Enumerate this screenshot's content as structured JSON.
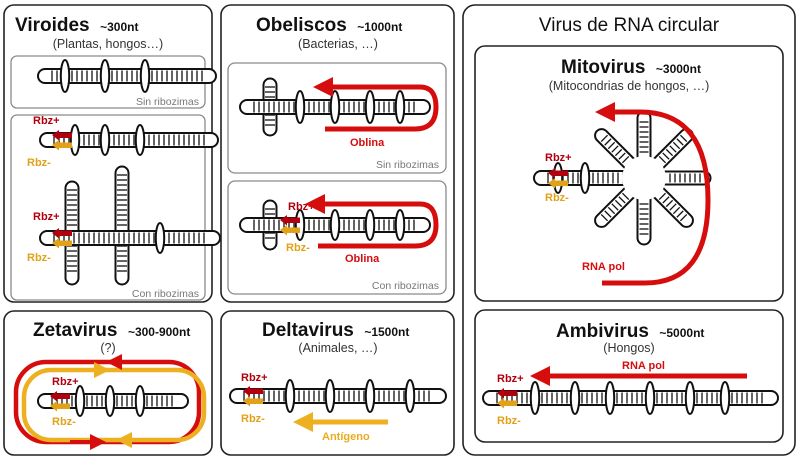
{
  "colors": {
    "ribozyme_plus": "#b0000e",
    "ribozyme_minus": "#e1a21a",
    "red_protein": "#d60d0d",
    "yellow_protein": "#edb020"
  },
  "viroides": {
    "title": "Viroides",
    "length": "~300nt",
    "host": "(Plantas, hongos…)",
    "no_ribozyme": "Sin ribozimas",
    "with_ribozyme": "Con ribozimas",
    "rbz_plus": "Rbz+",
    "rbz_minus": "Rbz-"
  },
  "obeliscos": {
    "title": "Obeliscos",
    "length": "~1000nt",
    "host": "(Bacterias, …)",
    "no_ribozyme": "Sin ribozimas",
    "with_ribozyme": "Con ribozimas",
    "protein": "Oblina",
    "rbz_plus": "Rbz+",
    "rbz_minus": "Rbz-"
  },
  "circular": {
    "title": "Virus de RNA circular"
  },
  "mitovirus": {
    "title": "Mitovirus",
    "length": "~3000nt",
    "host": "(Mitocondrias de hongos, …)",
    "protein": "RNA pol",
    "rbz_plus": "Rbz+",
    "rbz_minus": "Rbz-"
  },
  "ambivirus": {
    "title": "Ambivirus",
    "length": "~5000nt",
    "host": "(Hongos)",
    "protein": "RNA pol",
    "rbz_plus": "Rbz+",
    "rbz_minus": "Rbz-"
  },
  "zetavirus": {
    "title": "Zetavirus",
    "length": "~300-900nt",
    "host": "(?)",
    "rbz_plus": "Rbz+",
    "rbz_minus": "Rbz-"
  },
  "deltavirus": {
    "title": "Deltavirus",
    "length": "~1500nt",
    "host": "(Animales, …)",
    "protein": "Antígeno",
    "rbz_plus": "Rbz+",
    "rbz_minus": "Rbz-"
  }
}
